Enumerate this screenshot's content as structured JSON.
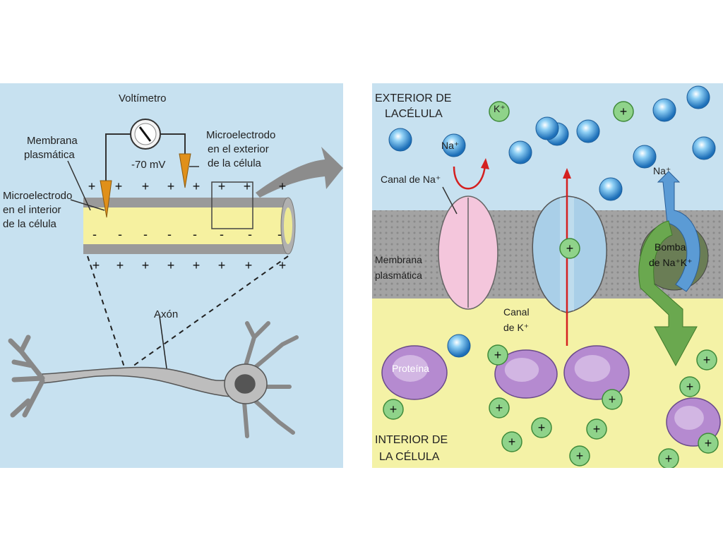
{
  "left_panel": {
    "voltmeter_label": "Voltímetro",
    "voltage_reading": "-70 mV",
    "membrane_label_line1": "Membrana",
    "membrane_label_line2": "plasmática",
    "inner_electrode_line1": "Microelectrodo",
    "inner_electrode_line2": "en el interior",
    "inner_electrode_line3": "de la célula",
    "outer_electrode_line1": "Microelectrodo",
    "outer_electrode_line2": "en el exterior",
    "outer_electrode_line3": "de la célula",
    "axon_label": "Axón",
    "positive_sign": "+",
    "negative_sign": "-"
  },
  "right_panel": {
    "exterior_line1": "EXTERIOR DE",
    "exterior_line2": "LACÉLULA",
    "interior_line1": "INTERIOR DE",
    "interior_line2": "LA CÉLULA",
    "na_channel_label": "Canal de Na⁺",
    "k_channel_line1": "Canal",
    "k_channel_line2": "de K⁺",
    "membrane_line1": "Membrana",
    "membrane_line2": "plasmática",
    "pump_line1": "Bomba",
    "pump_line2": "de Na⁺K⁺",
    "na_ion": "Na⁺",
    "k_ion": "K⁺",
    "pump_na": "Na⁺",
    "protein_label": "Proteína"
  },
  "colors": {
    "background_blue": "#c7e1f0",
    "cytoplasm_yellow": "#f4f2a6",
    "membrane_gray": "#9b9b9b",
    "sodium_blue": "#2a8ed8",
    "potassium_green": "#7ec87a",
    "protein_purple": "#b58ad0",
    "arrow_red": "#d42020",
    "pump_green": "#6aa84f",
    "pump_blue": "#5b9bd5"
  }
}
